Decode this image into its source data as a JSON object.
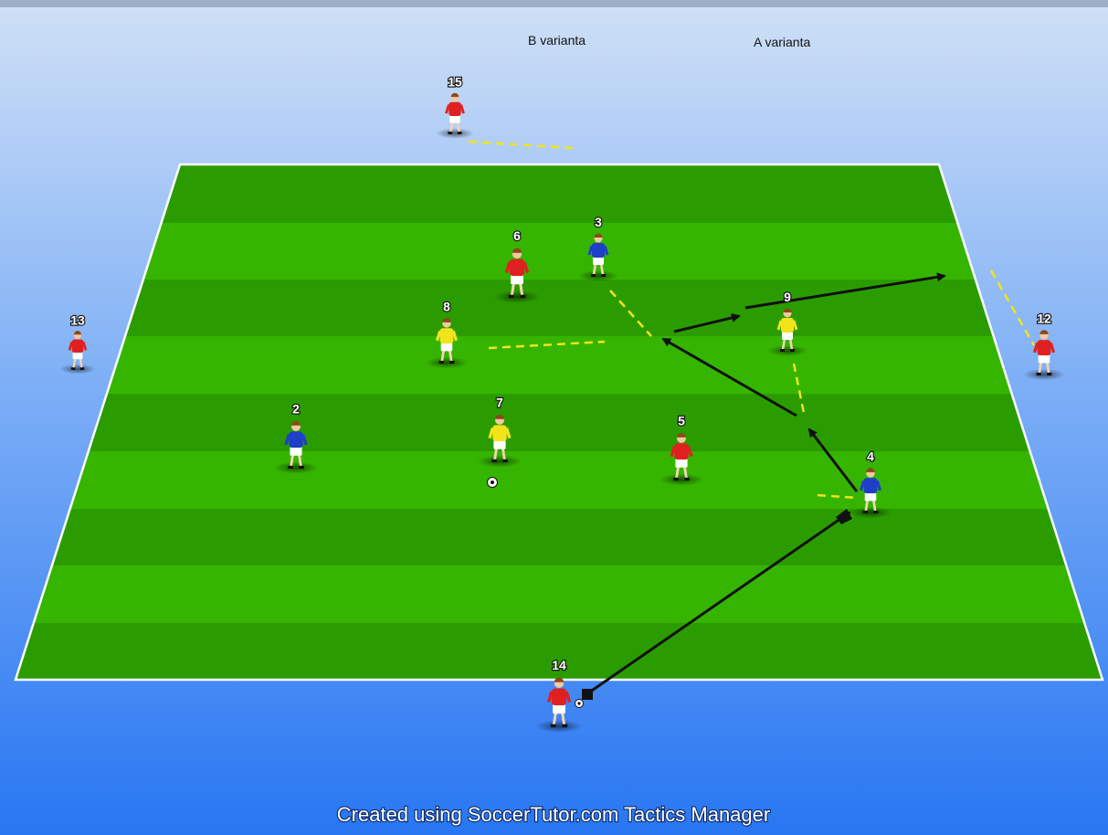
{
  "labels": {
    "variant_b": "B varianta",
    "variant_a": "A varianta",
    "credit": "Created using SoccerTutor.com Tactics Manager"
  },
  "colors": {
    "background_top": "#c9dcf6",
    "background_bottom": "#2a78f2",
    "pitch_light": "#33b800",
    "pitch_dark": "#2a9e00",
    "team_red": "#e02020",
    "team_blue": "#1f3fc8",
    "team_yellow": "#f2e41a",
    "pass_line": "#111111",
    "run_line": "#f2e41a"
  },
  "players": [
    {
      "number": "15",
      "team": "red"
    },
    {
      "number": "6",
      "team": "red"
    },
    {
      "number": "3",
      "team": "blue"
    },
    {
      "number": "8",
      "team": "yellow"
    },
    {
      "number": "9",
      "team": "yellow"
    },
    {
      "number": "13",
      "team": "red"
    },
    {
      "number": "12",
      "team": "red"
    },
    {
      "number": "2",
      "team": "blue"
    },
    {
      "number": "7",
      "team": "yellow"
    },
    {
      "number": "5",
      "team": "red"
    },
    {
      "number": "4",
      "team": "blue"
    },
    {
      "number": "14",
      "team": "red"
    }
  ]
}
